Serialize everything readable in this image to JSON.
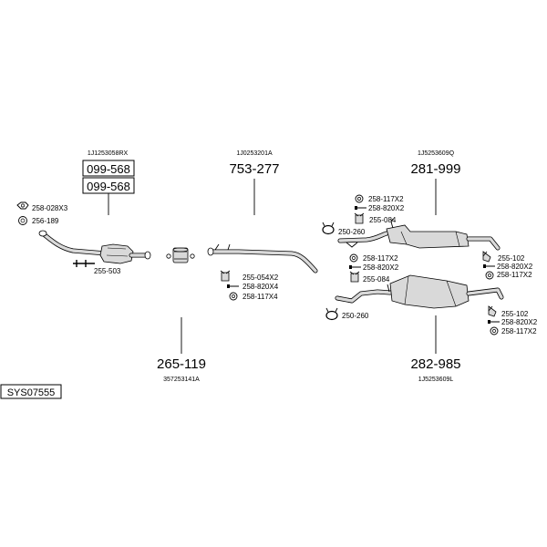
{
  "assembly_code": "SYS07555",
  "groups": {
    "front": {
      "oem": "1J1253058RX",
      "part_numbers": [
        "099-568",
        "099-568"
      ],
      "parts": [
        {
          "label": "258-028X3",
          "icon": "nut-icon"
        },
        {
          "label": "256-189",
          "icon": "gasket-icon"
        },
        {
          "label": "255-503",
          "icon": "bracket-icon"
        }
      ]
    },
    "middle_pipe": {
      "oem": "1J0253201A",
      "part_number": "753-277",
      "parts": [
        {
          "label": "255-054X2",
          "icon": "rubber-mount-icon"
        },
        {
          "label": "258-820X4",
          "icon": "bolt-icon"
        },
        {
          "label": "258-117X4",
          "icon": "washer-icon"
        }
      ]
    },
    "clamp": {
      "part_number": "265-119",
      "oem": "357253141A"
    },
    "rear_upper": {
      "oem": "1J5253609Q",
      "part_number": "281-999",
      "parts": [
        {
          "label": "258-117X2",
          "icon": "washer-icon"
        },
        {
          "label": "258-820X2",
          "icon": "bolt-icon"
        },
        {
          "label": "255-084",
          "icon": "rubber-mount-icon"
        },
        {
          "label": "250-260",
          "icon": "clamp-ring-icon"
        },
        {
          "label": "258-117X2",
          "icon": "washer-icon"
        },
        {
          "label": "258-820X2",
          "icon": "bolt-icon"
        },
        {
          "label": "255-102",
          "icon": "hanger-icon"
        },
        {
          "label": "258-820X2",
          "icon": "bolt-icon"
        },
        {
          "label": "258-117X2",
          "icon": "washer-icon"
        }
      ]
    },
    "rear_lower": {
      "oem": "1J5253609L",
      "part_number": "282-985",
      "parts": [
        {
          "label": "255-084",
          "icon": "rubber-mount-icon"
        },
        {
          "label": "250-260",
          "icon": "clamp-ring-icon"
        },
        {
          "label": "255-102",
          "icon": "hanger-icon"
        },
        {
          "label": "258-820X2",
          "icon": "bolt-icon"
        },
        {
          "label": "258-117X2",
          "icon": "washer-icon"
        }
      ]
    }
  }
}
